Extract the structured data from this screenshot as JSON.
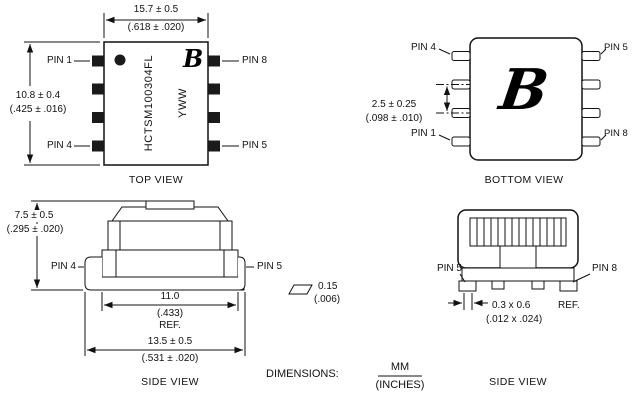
{
  "brand": {
    "logo_letter": "B"
  },
  "views": {
    "top": {
      "label": "TOP VIEW",
      "dim_width_mm": "15.7 ± 0.5",
      "dim_width_in": "(.618 ± .020)",
      "dim_height_mm": "10.8 ± 0.4",
      "dim_height_in": "(.425 ± .016)",
      "pin_top_left": "PIN 1",
      "pin_top_right": "PIN 8",
      "pin_bottom_left": "PIN 4",
      "pin_bottom_right": "PIN 5",
      "part_number": "HCTSM100304FL",
      "date_code": "YWW"
    },
    "bottom": {
      "label": "BOTTOM VIEW",
      "pin_top_left": "PIN 4",
      "pin_top_right": "PIN 5",
      "pin_bottom_left": "PIN 1",
      "pin_bottom_right": "PIN 8",
      "dim_pitch_mm": "2.5 ± 0.25",
      "dim_pitch_in": "(.098 ± .010)"
    },
    "side_left": {
      "label": "SIDE VIEW",
      "dim_height_mm": "7.5 ± 0.5",
      "dim_height_in": "(.295 ± .020)",
      "pin_left": "PIN 4",
      "pin_right": "PIN 5",
      "dim_body_mm": "11.0",
      "dim_body_in": "(.433)",
      "dim_body_ref": "REF.",
      "dim_overall_mm": "13.5 ± 0.5",
      "dim_overall_in": "(.531 ± .020)",
      "coplanarity_mm": "0.15",
      "coplanarity_in": "(.006)"
    },
    "side_right": {
      "label": "SIDE VIEW",
      "pin_left": "PIN 5",
      "pin_right": "PIN 8",
      "dim_term_mm": "0.3 x 0.6",
      "dim_term_in": "(.012 x .024)",
      "dim_term_ref": "REF."
    }
  },
  "footer": {
    "dimensions_label": "DIMENSIONS:",
    "unit_top": "MM",
    "unit_bottom": "(INCHES)"
  }
}
